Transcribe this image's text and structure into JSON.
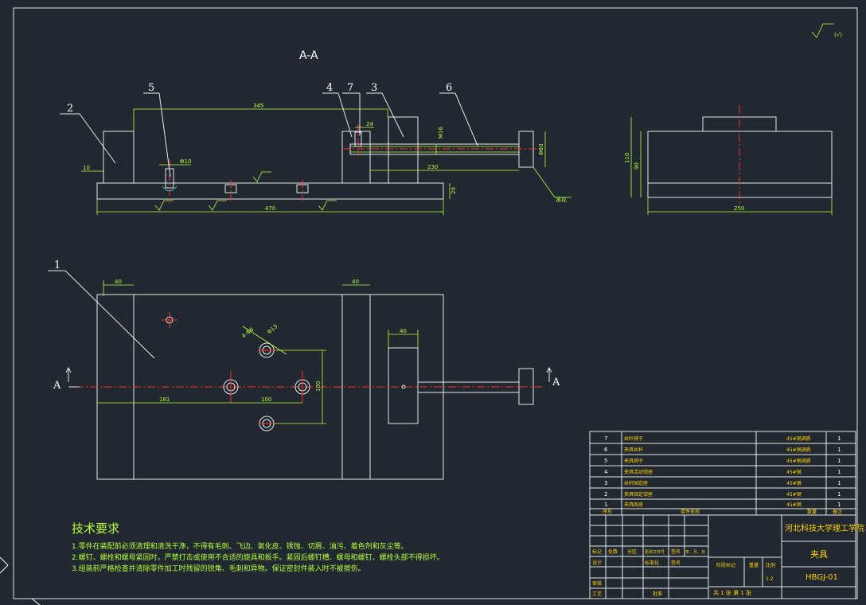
{
  "section_title": "A-A",
  "roughness_note": "(√)",
  "part_labels": [
    "1",
    "2",
    "3",
    "4",
    "5",
    "6",
    "7"
  ],
  "section_markers": {
    "left": "A",
    "right": "A"
  },
  "dims": {
    "d345": "345",
    "d470": "470",
    "d230": "230",
    "d10": "10",
    "d20": "20",
    "d24": "24",
    "dm16": "M16",
    "dphi60": "Φ60",
    "dphi10": "Φ10",
    "d110": "110",
    "d90": "90",
    "d250": "250",
    "d40a": "40",
    "d40b": "40",
    "d40c": "40",
    "d181": "181",
    "d100a": "100",
    "d100b": "100",
    "d4phi6": "4-Φ6",
    "dphi13": "Φ13",
    "knurl": "滚花"
  },
  "tech": {
    "heading": "技术要求",
    "items": [
      "1.零件在装配前必须清理和清洗干净，不得有毛刺、飞边、氧化皮、锈蚀、切屑、油污、着色剂和灰尘等。",
      "2.螺钉、螺栓和螺母紧固时，严禁打击或使用不合适的旋具和扳手。紧固后螺钉槽、螺母和螺钉、螺栓头部不得损坏。",
      "3.组装前严格检查并清除零件加工时残留的锐角、毛刺和异物。保证密封件装入时不被擦伤。"
    ]
  },
  "bom": {
    "rows": [
      {
        "no": "7",
        "name": "丝杆销子",
        "material": "45#钢调质",
        "qty": "1"
      },
      {
        "no": "6",
        "name": "夹具丝杆",
        "material": "45#钢调质",
        "qty": "1"
      },
      {
        "no": "5",
        "name": "夹具销子",
        "material": "45#钢调质",
        "qty": "1"
      },
      {
        "no": "4",
        "name": "夹具活动钳座",
        "material": "45#钢",
        "qty": "1"
      },
      {
        "no": "3",
        "name": "丝杆固定座",
        "material": "45#钢",
        "qty": "1"
      },
      {
        "no": "2",
        "name": "夹具固定钳座",
        "material": "45#钢",
        "qty": "1"
      },
      {
        "no": "1",
        "name": "夹具底座",
        "material": "45#钢",
        "qty": "1"
      }
    ],
    "header": {
      "no": "序号",
      "name": "零件名称",
      "qty": "数量",
      "note": "备注"
    }
  },
  "title_block": {
    "school": "河北科技大学理工学院",
    "drawing_name": "夹具",
    "drawing_no": "HBGJ-01",
    "scale": "1:2",
    "sheet_text": "共 1 张   第 1 张",
    "row_labels": [
      "标记",
      "处数",
      "分区",
      "更改文件号",
      "签名",
      "年、月、日"
    ],
    "designer_labels": [
      "设计",
      "标准化",
      "签名"
    ],
    "review": "审核",
    "process": "工艺",
    "approve": "批准",
    "stage": "阶段标记",
    "weight": "重量",
    "ratio": "比例"
  }
}
